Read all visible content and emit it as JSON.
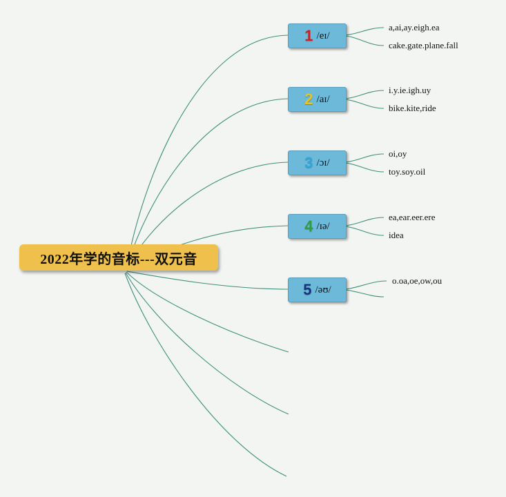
{
  "canvas": {
    "background": "#f3f5f2",
    "line_color": "#3f8f7c"
  },
  "root": {
    "label": "2022年学的音标---双元音",
    "bg_color": "#efc14c"
  },
  "branch_bg_color": "#6db9da",
  "branches": [
    {
      "number": "1",
      "number_color": "#cc2222",
      "phonetic": "/eɪ/",
      "children": [
        "a,ai,ay.eigh.ea",
        "cake.gate.plane.fall"
      ]
    },
    {
      "number": "2",
      "number_color": "#e6c31f",
      "phonetic": "/aɪ/",
      "children": [
        "i.y.ie.igh.uy",
        "bike.kite,ride"
      ]
    },
    {
      "number": "3",
      "number_color": "#2fa8dd",
      "phonetic": "/ɔɪ/",
      "children": [
        "oi,oy",
        "toy.soy.oil"
      ]
    },
    {
      "number": "4",
      "number_color": "#2f9e41",
      "phonetic": "/ɪə/",
      "children": [
        "ea,ear.eer.ere",
        "idea"
      ]
    },
    {
      "number": "5",
      "number_color": "#16337f",
      "phonetic": "/əʊ/",
      "children": [
        "o.oa,oe,ow,ou"
      ]
    }
  ]
}
